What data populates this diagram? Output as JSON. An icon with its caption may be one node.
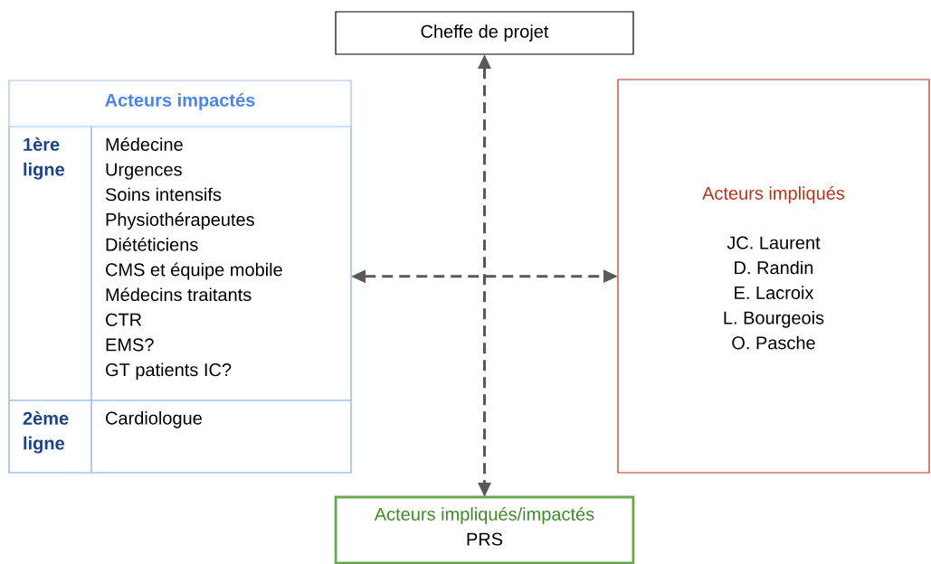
{
  "diagram": {
    "nodes": [
      {
        "text": [
          "Cheffe de projet"
        ]
      },
      {
        "text": [
          "Acteurs impactés"
        ]
      },
      {
        "text": [
          "1ère ligne"
        ],
        "in": 1
      },
      {
        "text": [
          "Médecine",
          "Urgences",
          "Soins intensifs",
          "Physiothérapeutes",
          "Diététiciens",
          "CMS et équipe mobile",
          "Médecins traitants",
          "CTR",
          "EMS?",
          "GT patients IC?"
        ],
        "in": 1
      },
      {
        "text": [
          "2ème ligne"
        ],
        "in": 1
      },
      {
        "text": [
          "Cardiologue"
        ],
        "in": 1
      },
      {
        "text": [
          "Acteurs impliqués",
          "JC. Laurent",
          "D. Randin",
          "E. Lacroix",
          "L. Bourgeois",
          "O. Pasche"
        ]
      },
      {
        "text": [
          "Acteurs impliqués/impactés",
          "PRS"
        ]
      }
    ],
    "edges": [
      {
        "from": 0,
        "to": 7,
        "arrow": "both",
        "style": "dashed"
      },
      {
        "from": 1,
        "to": 6,
        "arrow": "both",
        "style": "dashed"
      }
    ]
  }
}
